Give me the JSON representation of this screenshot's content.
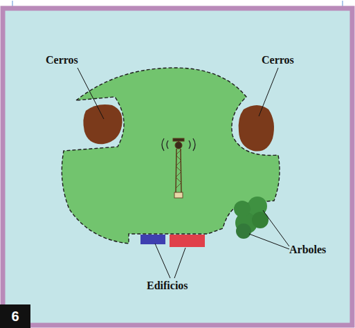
{
  "diagram": {
    "labels": [
      "Cerros",
      "Cerros",
      "Arboles",
      "Edificios",
      "6"
    ]
  }
}
